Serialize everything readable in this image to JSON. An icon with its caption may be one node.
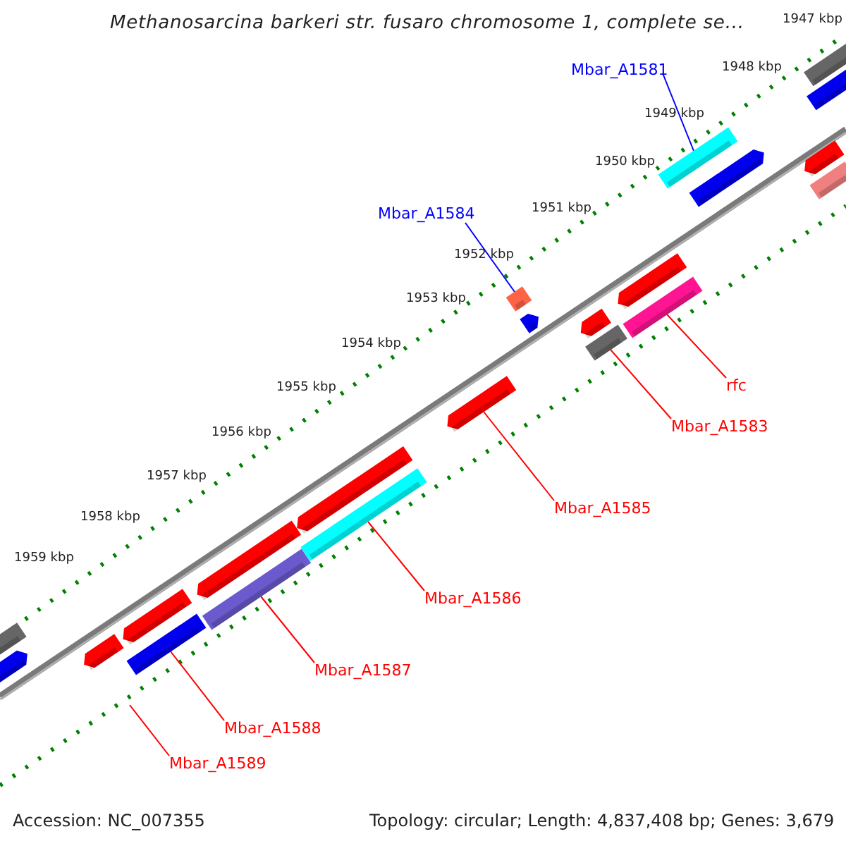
{
  "diagram": {
    "title": "Methanosarcina barkeri str. fusaro chromosome 1, complete se...",
    "nodes": [
      {
        "text": [
          "Mbar_A1581"
        ]
      },
      {
        "text": [],
        "shape": "bar"
      },
      {
        "text": [
          "Mbar_A1584"
        ]
      },
      {
        "text": [],
        "shape": "bar"
      },
      {
        "text": [
          "rfc"
        ]
      },
      {
        "text": [],
        "shape": "bar"
      },
      {
        "text": [
          "Mbar_A1583"
        ]
      },
      {
        "text": [],
        "shape": "bar"
      },
      {
        "text": [
          "Mbar_A1585"
        ]
      },
      {
        "text": [],
        "shape": "bar"
      },
      {
        "text": [
          "Mbar_A1586"
        ]
      },
      {
        "text": [],
        "shape": "bar"
      },
      {
        "text": [
          "Mbar_A1587"
        ]
      },
      {
        "text": [],
        "shape": "bar"
      },
      {
        "text": [
          "Mbar_A1588"
        ]
      },
      {
        "text": [],
        "shape": "bar"
      },
      {
        "text": [
          "Mbar_A1589"
        ]
      },
      {
        "text": [],
        "shape": "bar"
      },
      {
        "text": [],
        "shape": "bar"
      },
      {
        "text": [],
        "shape": "bar"
      },
      {
        "text": [],
        "shape": "bar"
      },
      {
        "text": [],
        "shape": "bar"
      },
      {
        "text": [],
        "shape": "bar"
      },
      {
        "text": [],
        "shape": "bar"
      },
      {
        "text": [],
        "shape": "bar"
      },
      {
        "text": [],
        "shape": "bar"
      },
      {
        "text": [],
        "shape": "bar"
      },
      {
        "text": [],
        "shape": "bar"
      },
      {
        "text": [],
        "shape": "bar"
      },
      {
        "text": [],
        "shape": "bar"
      },
      {
        "text": [],
        "shape": "bar"
      }
    ],
    "edges": [
      {
        "from": 0,
        "to": 1,
        "arrow": "none",
        "color": "#0000ff"
      },
      {
        "from": 2,
        "to": 3,
        "arrow": "none",
        "color": "#0000ff"
      },
      {
        "from": 4,
        "to": 5,
        "arrow": "none"
      },
      {
        "from": 6,
        "to": 7,
        "arrow": "none"
      },
      {
        "from": 8,
        "to": 9,
        "arrow": "none"
      },
      {
        "from": 10,
        "to": 11,
        "arrow": "none"
      },
      {
        "from": 12,
        "to": 13,
        "arrow": "none"
      },
      {
        "from": 14,
        "to": 15,
        "arrow": "none"
      },
      {
        "from": 16,
        "to": null,
        "arrow": "none"
      }
    ],
    "labels": [
      "1947 kbp",
      "1948 kbp",
      "1949 kbp",
      "1950 kbp",
      "1951 kbp",
      "1952 kbp",
      "1953 kbp",
      "1954 kbp",
      "1955 kbp",
      "1956 kbp",
      "1957 kbp",
      "1958 kbp",
      "1959 kbp",
      "Accession: NC_007355",
      "Topology: circular; Length: 4,837,408 bp; Genes: 3,679"
    ]
  }
}
